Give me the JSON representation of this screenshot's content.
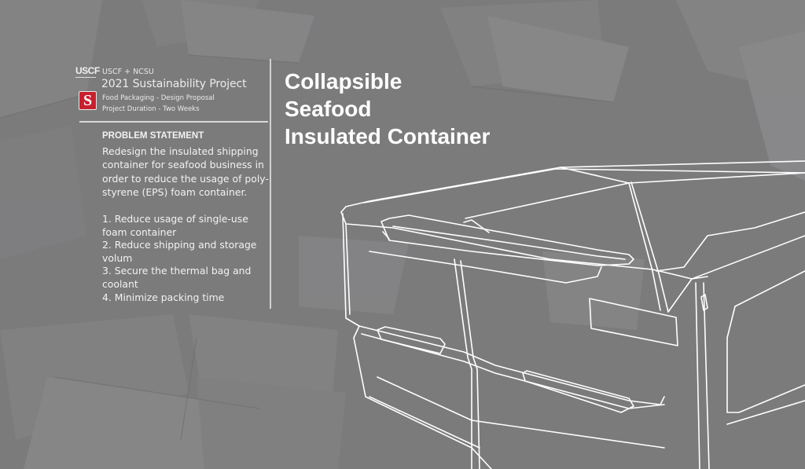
{
  "header": {
    "logos": {
      "uscf_label": "USCF",
      "ncsu_label": "S"
    },
    "org": "USCF + NCSU",
    "project_title": "2021 Sustainability Project",
    "meta_line_1": "Food Packaging - Design Proposal",
    "meta_line_2": "Project Duration - Two Weeks"
  },
  "problem_statement": {
    "heading": "PROBLEM STATEMENT",
    "body": "Redesign the insulated shipping container for seafood business in order to reduce the usage of poly-styrene (EPS) foam container."
  },
  "goals": [
    "1. Reduce usage of single-use foam container",
    "2. Reduce shipping and storage volum",
    "3. Secure the thermal bag and coolant",
    "4. Minimize packing time"
  ],
  "title": {
    "line_1": "Collapsible",
    "line_2": "Seafood",
    "line_3": "Insulated Container"
  },
  "colors": {
    "background": "#7b7b7c",
    "text": "#f2f2f2",
    "ncsu_red": "#c8202e",
    "sketch_line": "#ffffff"
  }
}
